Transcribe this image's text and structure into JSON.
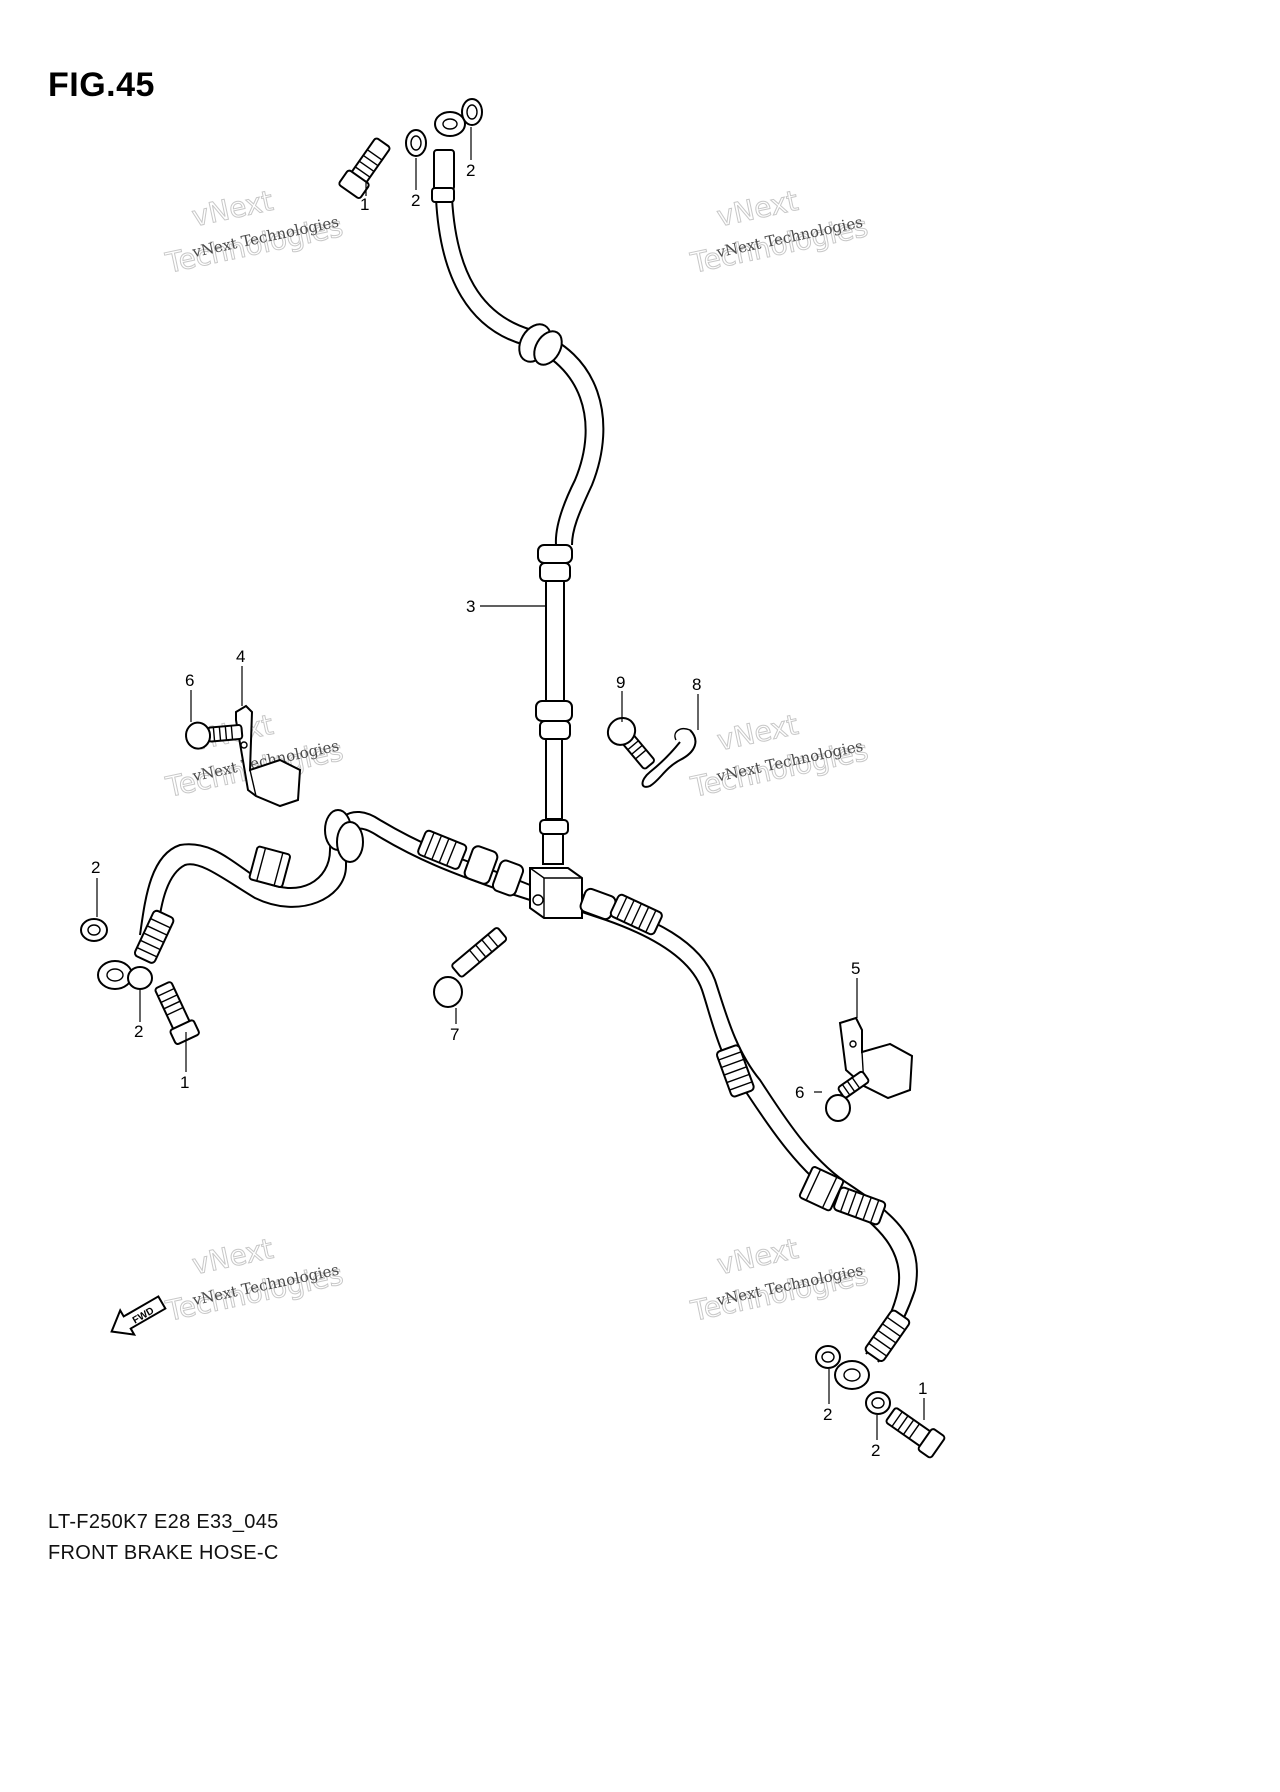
{
  "figure": {
    "title": "FIG.45",
    "caption_code": "LT-F250K7 E28 E33_045",
    "caption_name": "FRONT BRAKE  HOSE-C"
  },
  "watermark": {
    "line_small": "vNext Technologies",
    "line_big": "Technologies",
    "line_top": "vNext"
  },
  "fwd_label": "FWD",
  "callouts": {
    "c1_top": "1",
    "c2_top_a": "2",
    "c2_top_b": "2",
    "c3": "3",
    "c4": "4",
    "c6_left": "6",
    "c9": "9",
    "c8": "8",
    "c2_left_a": "2",
    "c2_left_b": "2",
    "c1_left": "1",
    "c7": "7",
    "c5": "5",
    "c6_right": "6",
    "c2_right_a": "2",
    "c2_right_b": "2",
    "c1_right": "1"
  }
}
